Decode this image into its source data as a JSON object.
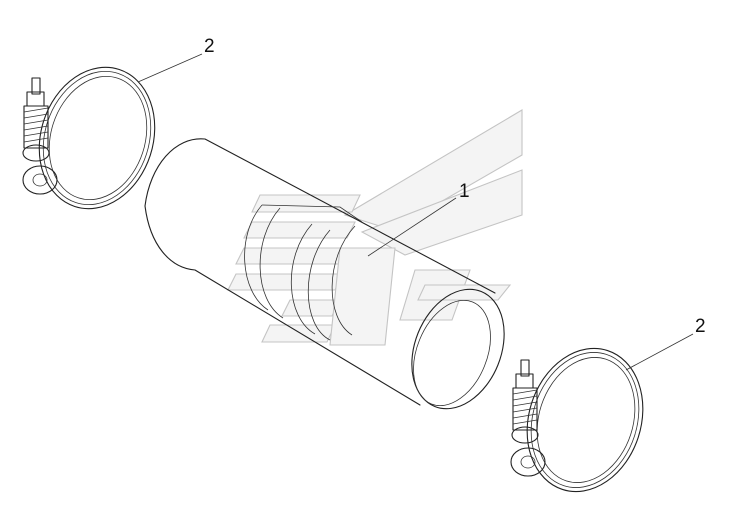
{
  "diagram": {
    "callouts": [
      {
        "id": "hose",
        "label": "1"
      },
      {
        "id": "clamp-upper",
        "label": "2"
      },
      {
        "id": "clamp-lower",
        "label": "2"
      }
    ]
  }
}
